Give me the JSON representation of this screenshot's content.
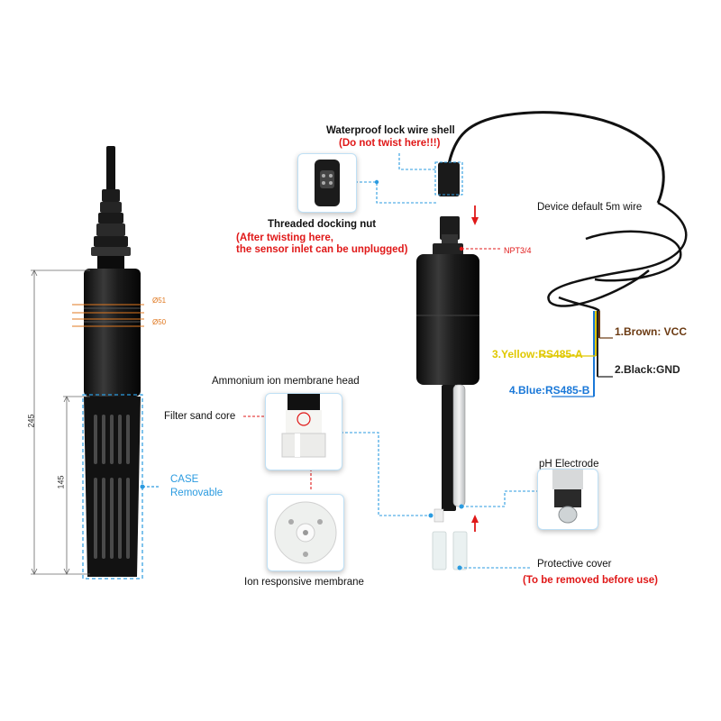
{
  "labels": {
    "waterproof_lock": "Waterproof lock wire shell",
    "do_not_twist": "(Do not twist here!!!)",
    "threaded_nut": "Threaded docking nut",
    "after_twisting_1": "(After twisting here,",
    "after_twisting_2": "the sensor inlet can be unplugged)",
    "npt": "NPT3/4",
    "device_wire": "Device default 5m wire",
    "brown_vcc": "1.Brown: VCC",
    "yellow_rs485a": "3.Yellow:RS485-A",
    "black_gnd": "2.Black:GND",
    "blue_rs485b": "4.Blue:RS485-B",
    "ammonium_head": "Ammonium ion membrane head",
    "filter_sand": "Filter sand core",
    "case_1": "CASE",
    "case_2": "Removable",
    "ph_electrode": "pH Electrode",
    "protective_cover": "Protective cover",
    "remove_before_use": "(To be removed before use)",
    "ion_membrane": "Ion responsive membrane"
  },
  "dimensions": {
    "total_length": "245",
    "case_length": "145",
    "diameter_51": "Ø51",
    "diameter_50": "Ø50"
  },
  "colors": {
    "label_red": "#e01818",
    "callout_blue": "#2b9be0",
    "wire_brown": "#6b3a12",
    "wire_yellow": "#e0c800",
    "wire_blue": "#1a78d8",
    "wire_black": "#222222",
    "dim_orange": "#e07820"
  }
}
